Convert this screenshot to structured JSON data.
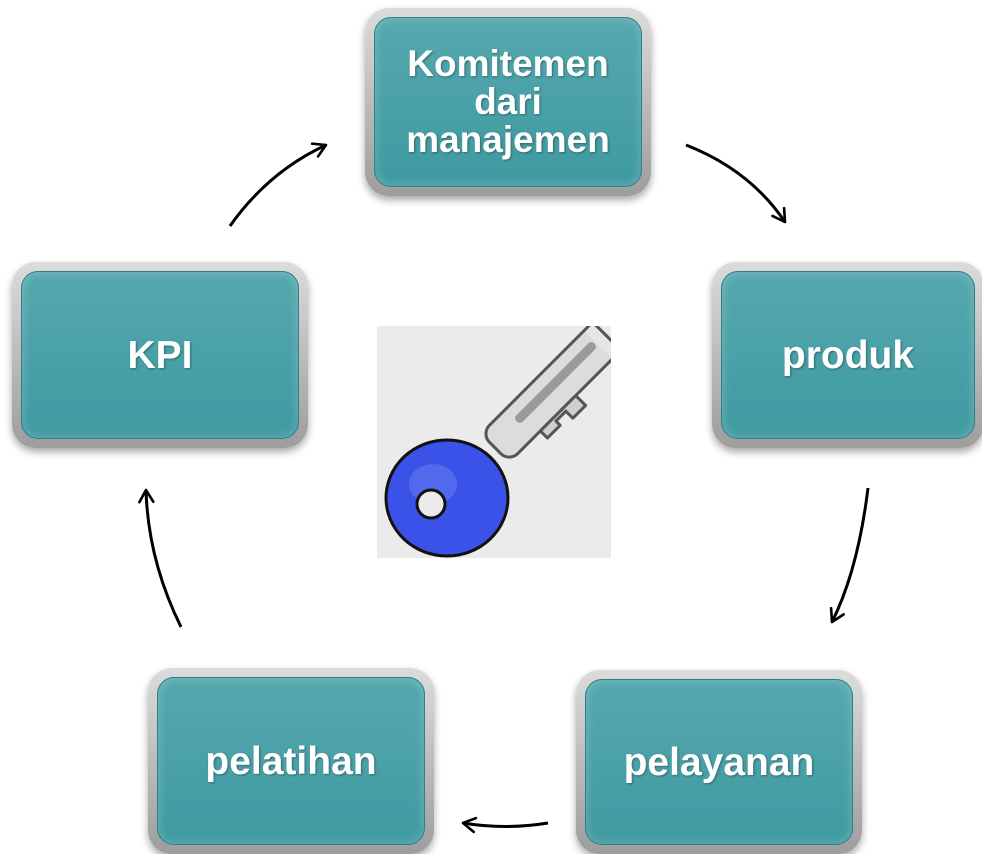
{
  "diagram": {
    "nodes": {
      "komitmen": "Komitemen\ndari\nmanajemen",
      "produk": "produk",
      "pelayanan": "pelayanan",
      "pelatihan": "pelatihan",
      "kpi": "KPI"
    },
    "center_icon": "key-icon",
    "colors": {
      "node_fill": "#4aa0a6",
      "node_frame": "#bdbdbd",
      "node_text": "#ffffff",
      "arrow": "#000000",
      "key_bow": "#3a52e8",
      "key_blade": "#d8d8d8"
    }
  }
}
